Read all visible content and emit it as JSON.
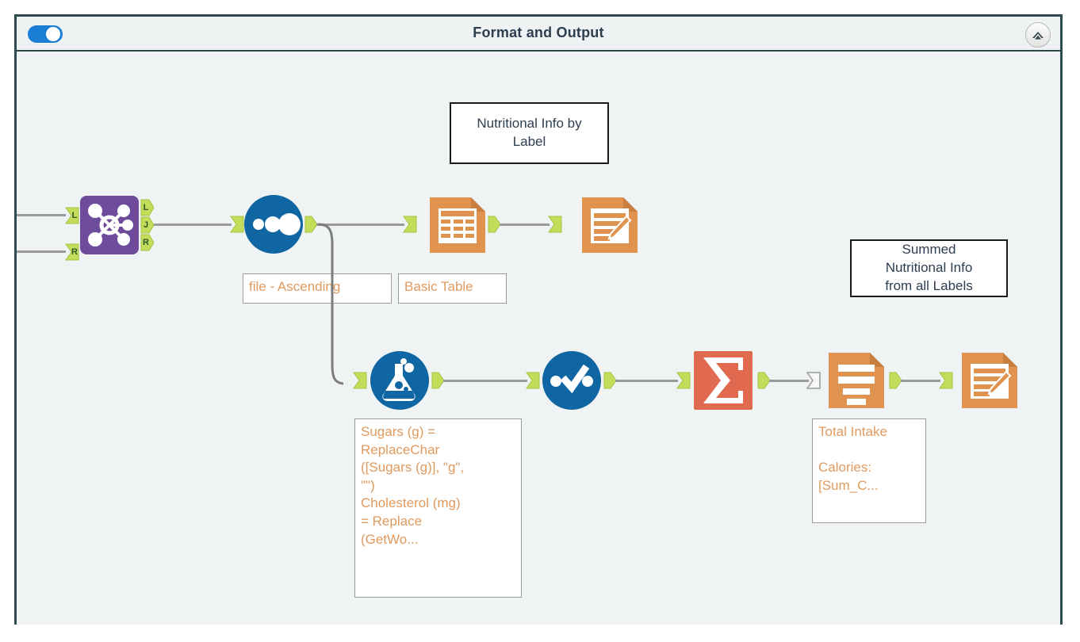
{
  "container": {
    "title": "Format and Output",
    "toggle": {
      "name": "container-enable-toggle",
      "state": "on"
    },
    "collapse": {
      "name": "collapse-button",
      "icon": "chevron-up-icon"
    },
    "border_color": "#2d4a4f",
    "canvas_color": "#eff3f4"
  },
  "comments": [
    {
      "id": "comment-nutritional-info",
      "text": "Nutritional Info by\nLabel"
    },
    {
      "id": "comment-summed-info",
      "text": "Summed\nNutritional Info\nfrom all Labels"
    }
  ],
  "tools": [
    {
      "id": "join-tool",
      "type": "join",
      "icon": "join-nodes-icon",
      "color": "#6f4c9b",
      "inputs": [
        "L",
        "R"
      ],
      "outputs": [
        "L",
        "J",
        "R"
      ],
      "annotation": ""
    },
    {
      "id": "sort-tool",
      "type": "sort",
      "icon": "sort-dots-icon",
      "color": "#1065a3",
      "annotation": "file - Ascending"
    },
    {
      "id": "table-tool",
      "type": "table",
      "icon": "table-grid-icon",
      "color": "#e0934e",
      "annotation": "Basic Table"
    },
    {
      "id": "render-tool-top",
      "type": "render",
      "icon": "render-document-pencil-icon",
      "color": "#e0934e",
      "annotation": ""
    },
    {
      "id": "formula-tool",
      "type": "formula",
      "icon": "flask-icon",
      "color": "#1065a3",
      "annotation": "Sugars (g) =\nReplaceChar\n([Sugars (g)], \"g\",\n\"\")\nCholesterol (mg)\n= Replace\n(GetWo..."
    },
    {
      "id": "select-tool",
      "type": "select",
      "icon": "checkmark-dots-icon",
      "color": "#1065a3",
      "annotation": ""
    },
    {
      "id": "summarize-tool",
      "type": "summarize",
      "icon": "sigma-icon",
      "color": "#e0694f",
      "annotation": ""
    },
    {
      "id": "report-text-tool",
      "type": "report-text",
      "icon": "text-document-icon",
      "color": "#e0934e",
      "annotation": "Total Intake\n\nCalories:\n[Sum_C..."
    },
    {
      "id": "render-tool-bottom",
      "type": "render",
      "icon": "render-document-pencil-icon",
      "color": "#e0934e",
      "annotation": ""
    }
  ],
  "annotations": {
    "sort": "file - Ascending",
    "table": "Basic Table",
    "formula": "Sugars (g) =\nReplaceChar\n([Sugars (g)], \"g\",\n\"\")\nCholesterol (mg)\n= Replace\n(GetWo...",
    "report_text": "Total Intake\n\nCalories:\n[Sum_C..."
  },
  "anchor_labels": {
    "in_left": "L",
    "in_right": "R",
    "out_left": "L",
    "out_join": "J",
    "out_right": "R"
  },
  "colors": {
    "wire": "#9a9a9a",
    "anchor_green": "#c3dc5a",
    "anchor_gray": "#f2f2f2",
    "annotation_text": "#e09a5e",
    "title_text": "#2c3e50",
    "toggle_on": "#1a7fd4"
  }
}
